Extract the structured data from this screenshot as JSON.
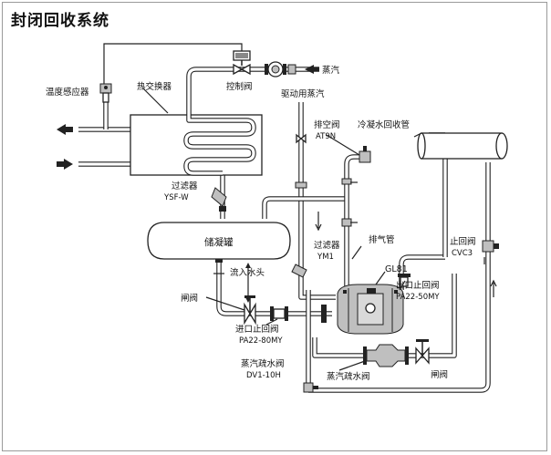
{
  "title": "封闭回收系统",
  "labels": {
    "temp_sensor": "温度感应器",
    "heat_exchanger": "热交换器",
    "control_valve": "控制阀",
    "steam": "蒸汽",
    "drive_steam": "驱动用蒸汽",
    "vent_valve": "排空阀",
    "vent_valve_model": "AT9N",
    "condensate_return_pipe": "冷凝水回收管",
    "filter_top": "过滤器",
    "filter_top_model": "YSF-W",
    "receiver_tank": "储凝罐",
    "filter_mid": "过滤器",
    "filter_mid_model": "YM1",
    "exhaust_pipe": "排气管",
    "pump_model": "GL81",
    "check_valve_right": "止回阀",
    "check_valve_right_model": "CVC3",
    "outlet_check_valve": "出口止回阀",
    "outlet_check_valve_model": "PA22-50MY",
    "water_head": "流入水头",
    "gate_valve_left": "闸阀",
    "inlet_check_valve": "进口止回阀",
    "inlet_check_valve_model": "PA22-80MY",
    "steam_trap_valve": "蒸汽疏水阀",
    "steam_trap_valve_model": "DV1-10H",
    "steam_trap_bottom": "蒸汽疏水阀",
    "gate_valve_bottom": "闸阀"
  },
  "colors": {
    "line": "#222222",
    "background": "#ffffff",
    "fill_gray": "#bfbfbf"
  }
}
